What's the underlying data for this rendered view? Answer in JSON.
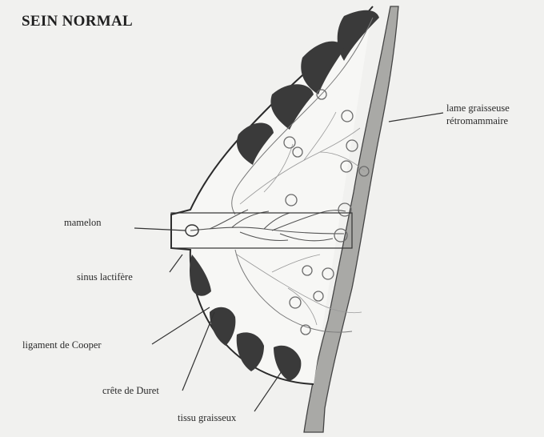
{
  "title": "SEIN NORMAL",
  "labels": {
    "lame_line1": "lame graisseuse",
    "lame_line2": "rétromammaire",
    "mamelon": "mamelon",
    "sinus": "sinus lactifère",
    "cooper": "ligament de Cooper",
    "crete": "crête de Duret",
    "tissu": "tissu graisseux"
  }
}
